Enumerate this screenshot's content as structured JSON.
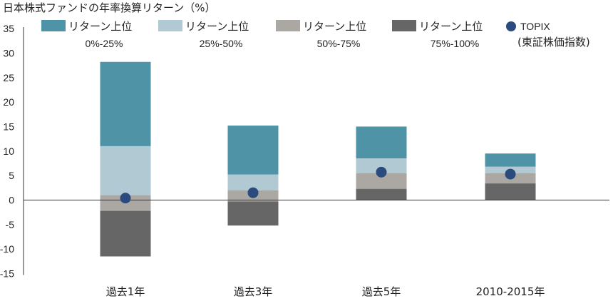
{
  "chart_data": {
    "type": "bar",
    "title": "日本株式ファンドの年率換算リターン（%）",
    "categories": [
      "過去1年",
      "過去3年",
      "過去5年",
      "2010-2015年"
    ],
    "ylim": [
      -15,
      35
    ],
    "yticks": [
      35,
      30,
      25,
      20,
      15,
      10,
      5,
      0,
      -5,
      -10,
      -15
    ],
    "grid": false,
    "legend_position": "top",
    "series": [
      {
        "name": "リターン上位",
        "range_label": "0%-25%",
        "color": "#4e94a6",
        "bottom": [
          11.0,
          5.2,
          8.5,
          6.8
        ],
        "top": [
          28.2,
          15.2,
          15.0,
          9.5
        ]
      },
      {
        "name": "リターン上位",
        "range_label": "25%-50%",
        "color": "#b0c9d3",
        "bottom": [
          1.0,
          2.0,
          5.5,
          5.5
        ],
        "top": [
          11.0,
          5.2,
          8.5,
          6.8
        ]
      },
      {
        "name": "リターン上位",
        "range_label": "50%-75%",
        "color": "#aba7a2",
        "bottom": [
          -2.2,
          -0.3,
          2.3,
          3.4
        ],
        "top": [
          1.0,
          2.0,
          5.5,
          5.5
        ]
      },
      {
        "name": "リターン上位",
        "range_label": "75%-100%",
        "color": "#666666",
        "bottom": [
          -11.5,
          -5.2,
          0,
          0
        ],
        "top": [
          -2.2,
          -0.3,
          2.3,
          3.4
        ]
      }
    ],
    "markers": {
      "name": "TOPIX",
      "sub_label": "(東証株価指数)",
      "color": "#2b4a7d",
      "values": [
        0.4,
        1.5,
        5.7,
        5.3
      ]
    }
  }
}
